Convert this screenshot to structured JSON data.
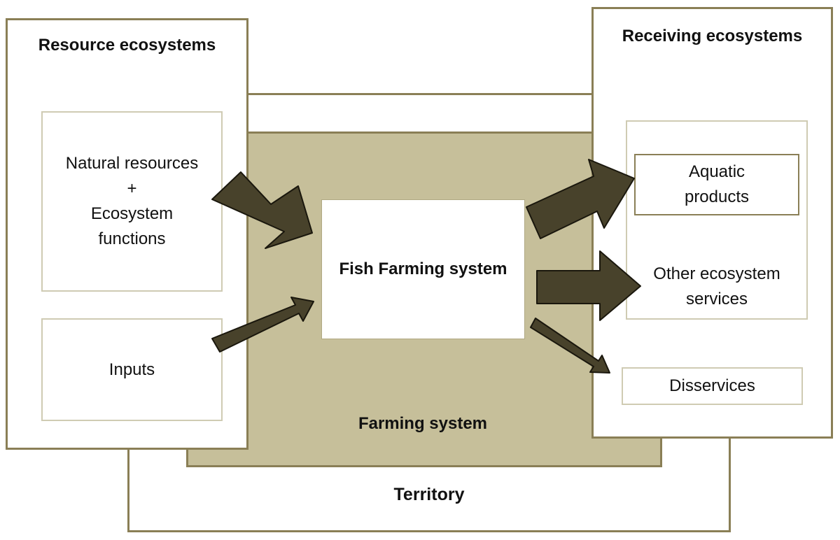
{
  "colors": {
    "outline": "#8a7f56",
    "farming_fill": "#c6bf9a",
    "inner_outline": "#cfcbb3",
    "arrow_fill": "#48422b",
    "arrow_stroke": "#1a170d"
  },
  "territory": {
    "label": "Territory"
  },
  "farming_system": {
    "label": "Farming system"
  },
  "fish_farming": {
    "label": "Fish Farming system"
  },
  "resource": {
    "title": "Resource ecosystems",
    "natural": {
      "line1": "Natural resources",
      "line2": "+",
      "line3": "Ecosystem",
      "line4": "functions"
    },
    "inputs": "Inputs"
  },
  "receiving": {
    "title": "Receiving ecosystems",
    "aquatic": {
      "line1": "Aquatic",
      "line2": "products"
    },
    "other": {
      "line1": "Other ecosystem",
      "line2": "services"
    },
    "disservices": "Disservices"
  }
}
